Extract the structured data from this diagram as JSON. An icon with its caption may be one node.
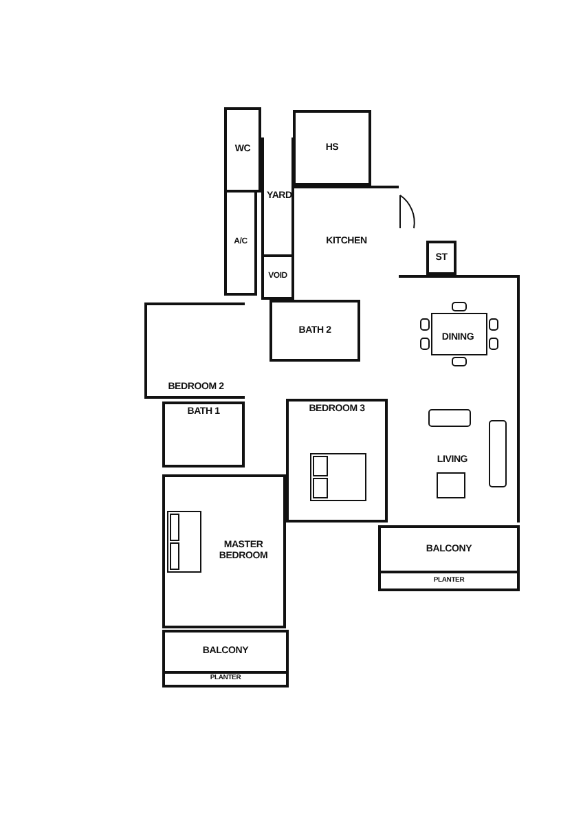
{
  "diagram": {
    "nodes": [
      {
        "text": [
          "WC"
        ]
      },
      {
        "text": [
          "HS"
        ]
      },
      {
        "text": [
          "YARD"
        ]
      },
      {
        "text": [
          "A/C"
        ]
      },
      {
        "text": [
          "KITCHEN"
        ]
      },
      {
        "text": [
          "VOID"
        ]
      },
      {
        "text": [
          "ST"
        ]
      },
      {
        "text": [
          "DINING"
        ]
      },
      {
        "text": [
          "BEDROOM 2"
        ]
      },
      {
        "text": [
          "BATH 2"
        ]
      },
      {
        "text": [
          "BATH 1"
        ]
      },
      {
        "text": [
          "BEDROOM 3"
        ]
      },
      {
        "text": [
          "LIVING"
        ]
      },
      {
        "text": [
          "MASTER BEDROOM"
        ]
      },
      {
        "text": [
          "BALCONY"
        ]
      },
      {
        "text": [
          "PLANTER"
        ]
      },
      {
        "text": [
          "BALCONY"
        ]
      },
      {
        "text": [
          "PLANTER"
        ]
      }
    ]
  }
}
